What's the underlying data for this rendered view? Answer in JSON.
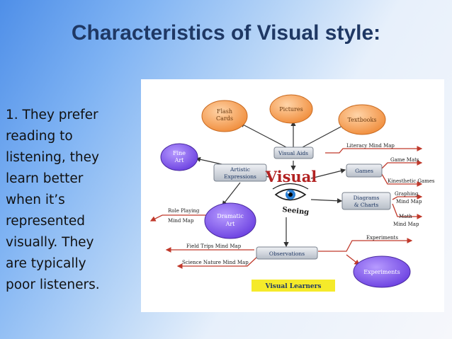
{
  "slide": {
    "title": "Characteristics of Visual style:",
    "body_lines": [
      "1. They prefer",
      "reading to",
      "listening, they",
      "learn better",
      "when it’s",
      "represented",
      "visually. They",
      "are typically",
      "poor listeners."
    ]
  },
  "diagram": {
    "center_word": "Visual",
    "eye_label": "Seeing",
    "footer_label": "Visual Learners",
    "clouds": {
      "flash_cards": [
        "Flash",
        "Cards"
      ],
      "pictures": "Pictures",
      "textbooks": "Textbooks",
      "fine_art": [
        "Fine",
        "Art"
      ],
      "dramatic_art": [
        "Dramatic",
        "Art"
      ],
      "experiments": "Experiments"
    },
    "boxes": {
      "visual_aids": "Visual Aids",
      "artistic_expressions": [
        "Artistic",
        "Expressions"
      ],
      "games": "Games",
      "diagrams_charts": [
        "Diagrams",
        "& Charts"
      ],
      "observations": "Observations"
    },
    "arrow_labels": {
      "literacy": "Literacy Mind Map",
      "game_mats": "Game Mats",
      "kinesthetic": "Kinesthetic Games",
      "graphing_1": "Graphing",
      "graphing_2": "Mind Map",
      "math_1": "Math",
      "math_2": "Mind Map",
      "role_playing_1": "Role Playing",
      "role_playing_2": "Mind Map",
      "experiments_arrow": "Experiments",
      "field_trips": "Field Trips Mind Map",
      "science_nature": "Science Nature Mind Map"
    },
    "colors": {
      "title": "#1f3864",
      "cloud_orange": "#f7a35c",
      "cloud_purple": "#8a5cf0",
      "box_gray": "#c9ced6",
      "arrow_red": "#c0392b",
      "arrow_dark": "#333333",
      "footer_yellow": "#f5ea2a",
      "visual_red": "#b22222"
    }
  }
}
